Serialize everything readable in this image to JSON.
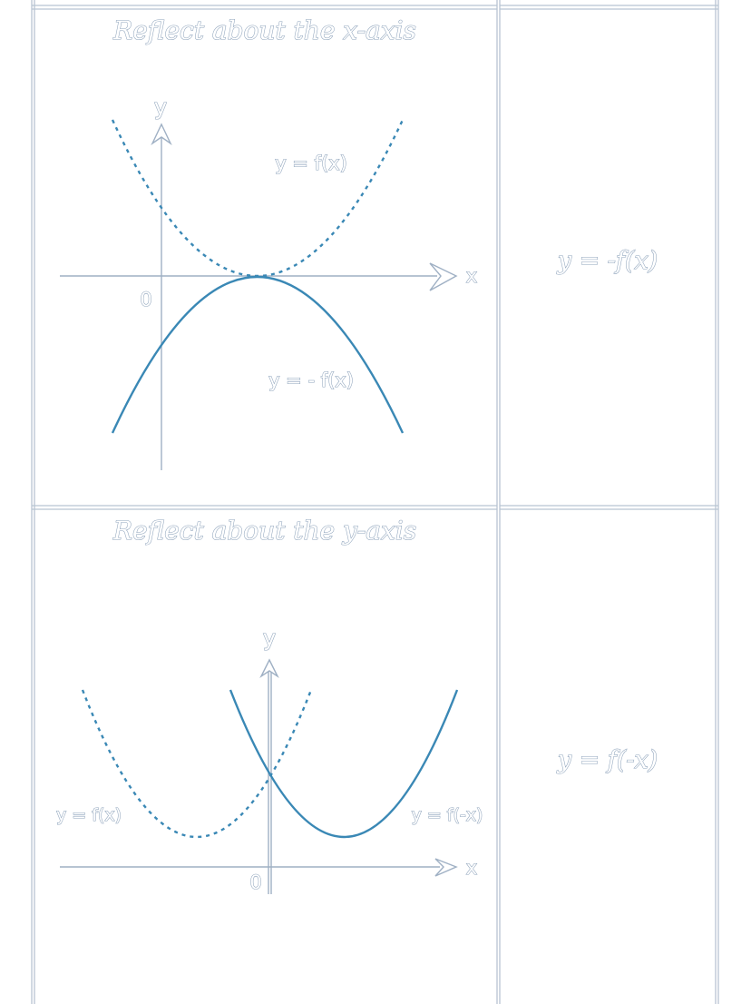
{
  "rows": [
    {
      "title": "Reflect about the x-axis",
      "formula": "y = -f(x)",
      "axis_x": "x",
      "axis_y": "y",
      "origin": "0",
      "label_dotted": "y = f(x)",
      "label_solid": "y = - f(x)"
    },
    {
      "title": "Reflect about the y-axis",
      "formula": "y = f(-x)",
      "axis_x": "x",
      "axis_y": "y",
      "origin": "0",
      "label_dotted": "y = f(x)",
      "label_solid": "y = f(-x)"
    }
  ],
  "colors": {
    "curve": "#3a88b5",
    "axis": "#9fb0c4",
    "grid_border": "#b8c4d2"
  }
}
